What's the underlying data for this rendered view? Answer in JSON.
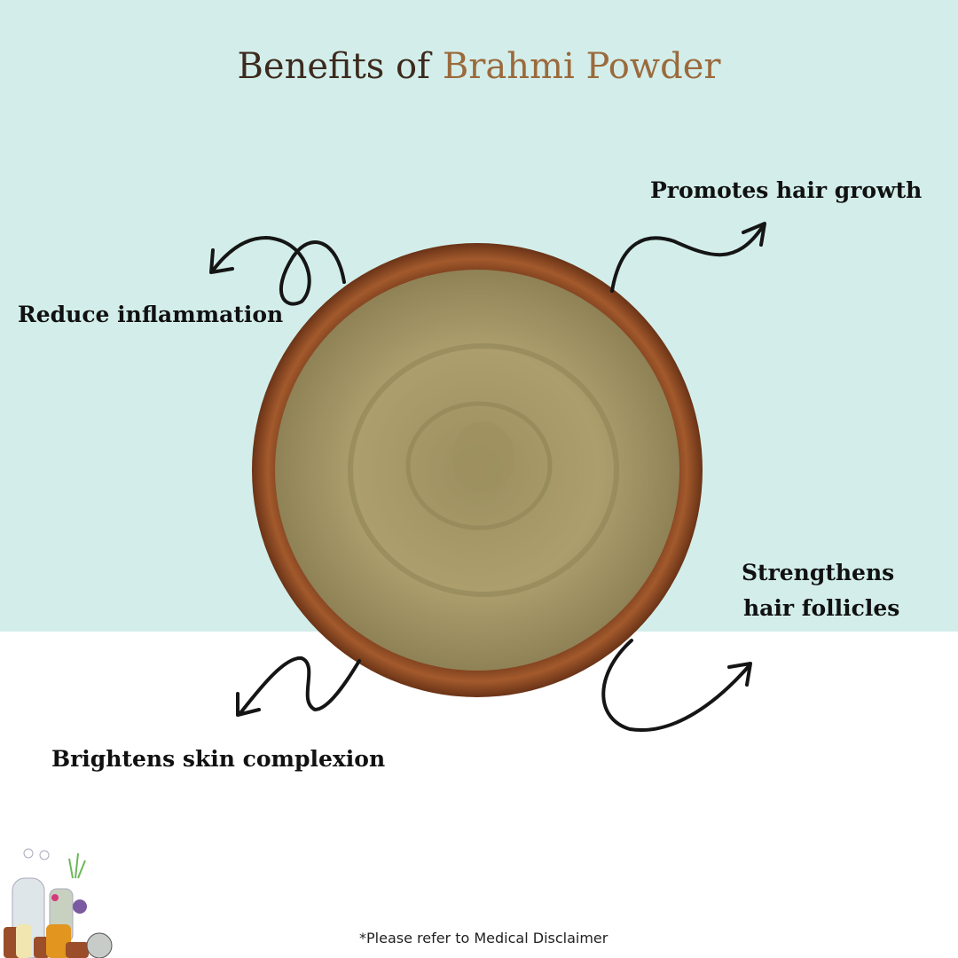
{
  "title": {
    "prefix": "Benefits of",
    "highlight": "Brahmi Powder"
  },
  "benefits": [
    "Promotes hair growth",
    "Reduce inflammation",
    "Strengthens",
    "hair follicles",
    "Brightens skin complexion"
  ],
  "footer": {
    "disclaimer": "*Please refer to Medical Disclaimer"
  },
  "colors": {
    "top_background": "#d3eeea",
    "title_dark": "#3d2a1e",
    "title_accent": "#9b6a3c",
    "powder": "#a59868",
    "bowl": "#8a4a24"
  }
}
